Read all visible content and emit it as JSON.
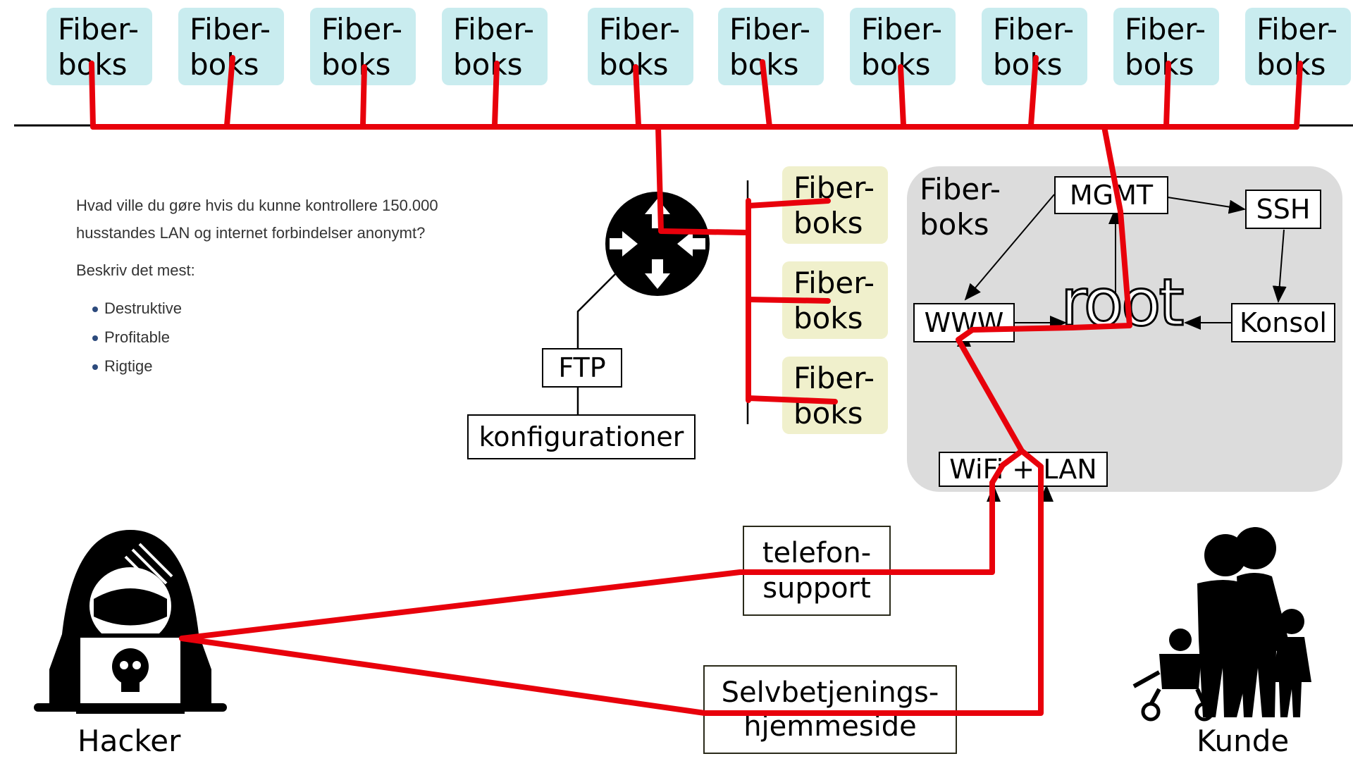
{
  "top_fiberboxes": [
    {
      "line1": "Fiber-",
      "line2": "boks"
    },
    {
      "line1": "Fiber-",
      "line2": "boks"
    },
    {
      "line1": "Fiber-",
      "line2": "boks"
    },
    {
      "line1": "Fiber-",
      "line2": "boks"
    },
    {
      "line1": "Fiber-",
      "line2": "boks"
    },
    {
      "line1": "Fiber-",
      "line2": "boks"
    },
    {
      "line1": "Fiber-",
      "line2": "boks"
    },
    {
      "line1": "Fiber-",
      "line2": "boks"
    },
    {
      "line1": "Fiber-",
      "line2": "boks"
    },
    {
      "line1": "Fiber-",
      "line2": "boks"
    }
  ],
  "side_fiberboxes": [
    {
      "line1": "Fiber-",
      "line2": "boks"
    },
    {
      "line1": "Fiber-",
      "line2": "boks"
    },
    {
      "line1": "Fiber-",
      "line2": "boks"
    }
  ],
  "question": {
    "text": "Hvad ville du gøre hvis du kunne kontrollere 150.000 husstandes LAN og internet forbindelser anonymt?",
    "prompt": "Beskriv det mest:",
    "bullets": [
      "Destruktive",
      "Profitable",
      "Rigtige"
    ]
  },
  "isp": {
    "ftp": "FTP",
    "configs": "konfigurationer"
  },
  "panel": {
    "label_line1": "Fiber-",
    "label_line2": "boks",
    "mgmt": "MGMT",
    "ssh": "SSH",
    "www": "WWW",
    "root": "root",
    "konsol": "Konsol",
    "wifi_lan": "WiFi + LAN"
  },
  "attack_vectors": {
    "phone_line1": "telefon-",
    "phone_line2": "support",
    "self_line1": "Selvbetjenings-",
    "self_line2": "hjemmeside"
  },
  "actors": {
    "hacker": "Hacker",
    "customer": "Kunde"
  },
  "colors": {
    "attack_path": "#e8000b",
    "fiberbox_top": "#c9ecef",
    "fiberbox_side": "#f0f0cc",
    "panel": "#dcdcdc",
    "bullet": "#2c4a7c"
  },
  "icons": {
    "router": "router-icon",
    "hacker": "hacker-icon",
    "customer": "family-icon"
  }
}
